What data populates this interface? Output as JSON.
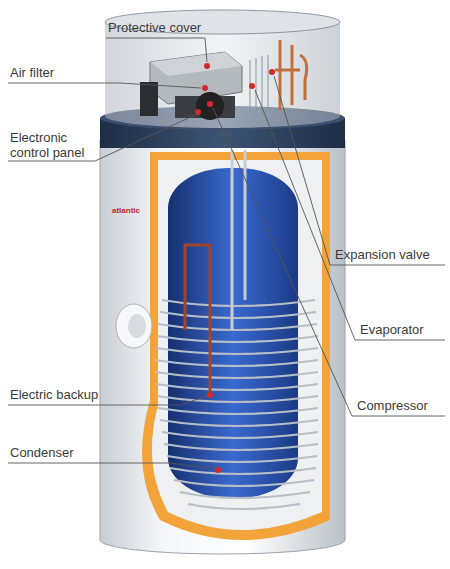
{
  "diagram": {
    "labels": [
      "Protective cover",
      "Air filter",
      "Electronic control panel",
      "Expansion valve",
      "Evaporator",
      "Compressor",
      "Electric backup",
      "Condenser",
      "atlantic"
    ]
  }
}
